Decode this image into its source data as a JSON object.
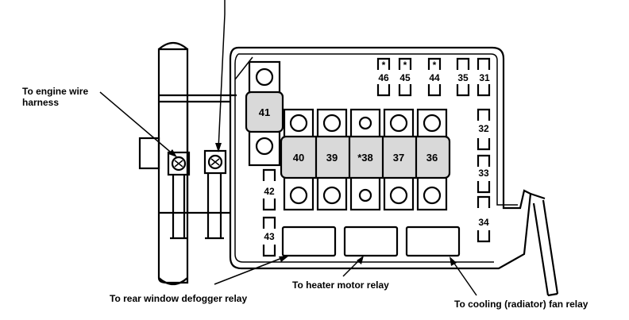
{
  "callouts": {
    "engine_wire_line1": "To engine wire",
    "engine_wire_line2": "harness",
    "rear_defogger": "To rear window defogger relay",
    "heater_motor": "To heater motor relay",
    "cooling_fan": "To cooling (radiator) fan relay"
  },
  "large_fuses": {
    "f41": "41",
    "f40": "40",
    "f39": "39",
    "f38": "*38",
    "f37": "37",
    "f36": "36"
  },
  "small_fuses": {
    "top": {
      "f46": "46",
      "f45": "45",
      "f44": "44",
      "f35": "35",
      "f31": "31"
    },
    "star_mark": "*",
    "right": {
      "f32": "32",
      "f33": "33",
      "f34": "34"
    },
    "left": {
      "f42": "42",
      "f43": "43"
    }
  }
}
